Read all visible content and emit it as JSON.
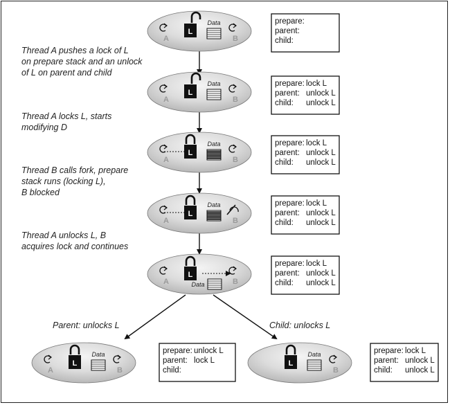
{
  "captions": [
    "Thread A pushes a lock of L",
    "on prepare stack and an unlock",
    "of L on parent and child",
    "Thread A locks L, starts",
    "modifying D",
    "Thread B calls fork, prepare",
    "stack runs (locking L),",
    "B blocked",
    "Thread A unlocks L, B",
    "acquires lock and continues"
  ],
  "branches": {
    "parent": "Parent: unlocks L",
    "child": "Child: unlocks L"
  },
  "node_labels": {
    "thread_a": "A",
    "thread_b": "B",
    "lock": "L",
    "data": "Data"
  },
  "boxes": [
    {
      "prepare_key": "prepare:",
      "prepare_val": "",
      "parent_key": "parent:",
      "parent_val": "",
      "child_key": "child:",
      "child_val": ""
    },
    {
      "prepare_key": "prepare:",
      "prepare_val": "lock L",
      "parent_key": "parent:",
      "parent_val": "unlock L",
      "child_key": "child:",
      "child_val": "unlock L"
    },
    {
      "prepare_key": "prepare:",
      "prepare_val": "lock L",
      "parent_key": "parent:",
      "parent_val": "unlock L",
      "child_key": "child:",
      "child_val": "unlock L"
    },
    {
      "prepare_key": "prepare:",
      "prepare_val": "lock L",
      "parent_key": "parent:",
      "parent_val": "unlock L",
      "child_key": "child:",
      "child_val": "unlock L"
    },
    {
      "prepare_key": "prepare:",
      "prepare_val": "lock L",
      "parent_key": "parent:",
      "parent_val": "unlock L",
      "child_key": "child:",
      "child_val": "unlock L"
    },
    {
      "prepare_key": "prepare:",
      "prepare_val": "unlock L",
      "parent_key": "parent:",
      "parent_val": "lock L",
      "child_key": "child:",
      "child_val": ""
    },
    {
      "prepare_key": "prepare:",
      "prepare_val": "lock L",
      "parent_key": "parent:",
      "parent_val": "unlock L",
      "child_key": "child:",
      "child_val": "unlock L"
    }
  ]
}
